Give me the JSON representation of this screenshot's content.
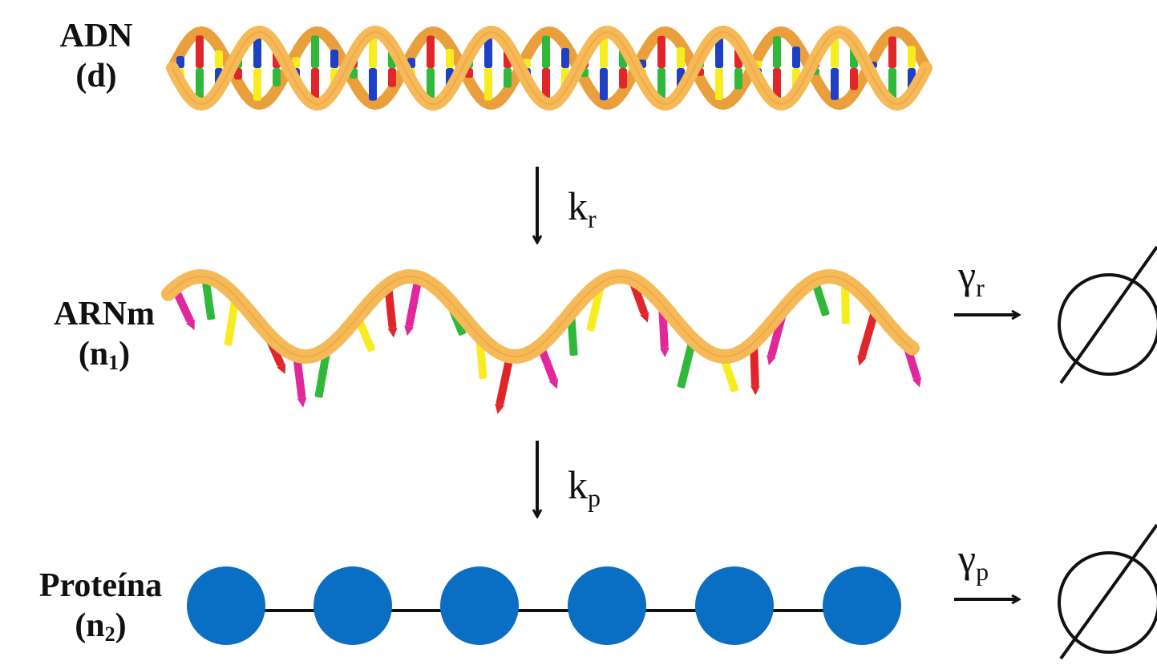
{
  "labels": {
    "dna": {
      "name": "ADN",
      "symbol": "(d)"
    },
    "mrna": {
      "name": "ARNm",
      "symbol_base": "(n",
      "symbol_sub": "1",
      "symbol_close": ")"
    },
    "protein": {
      "name": "Proteína",
      "symbol_base": "(n",
      "symbol_sub": "2",
      "symbol_close": ")"
    }
  },
  "rates": {
    "transcription": {
      "base": "k",
      "sub": "r"
    },
    "translation": {
      "base": "k",
      "sub": "p"
    },
    "mrna_decay": {
      "base": "γ",
      "sub": "r"
    },
    "protein_decay": {
      "base": "γ",
      "sub": "p"
    }
  },
  "colors": {
    "backbone": "#f6b957",
    "backbone_edge": "#e9a03c",
    "base_red": "#e0262a",
    "base_blue": "#1f3fc4",
    "base_green": "#2fb83a",
    "base_yellow": "#f7ec1f",
    "base_magenta": "#e0289b",
    "amino_acid": "#0a6fc2",
    "ink": "#111111"
  },
  "null_symbol": "∅"
}
